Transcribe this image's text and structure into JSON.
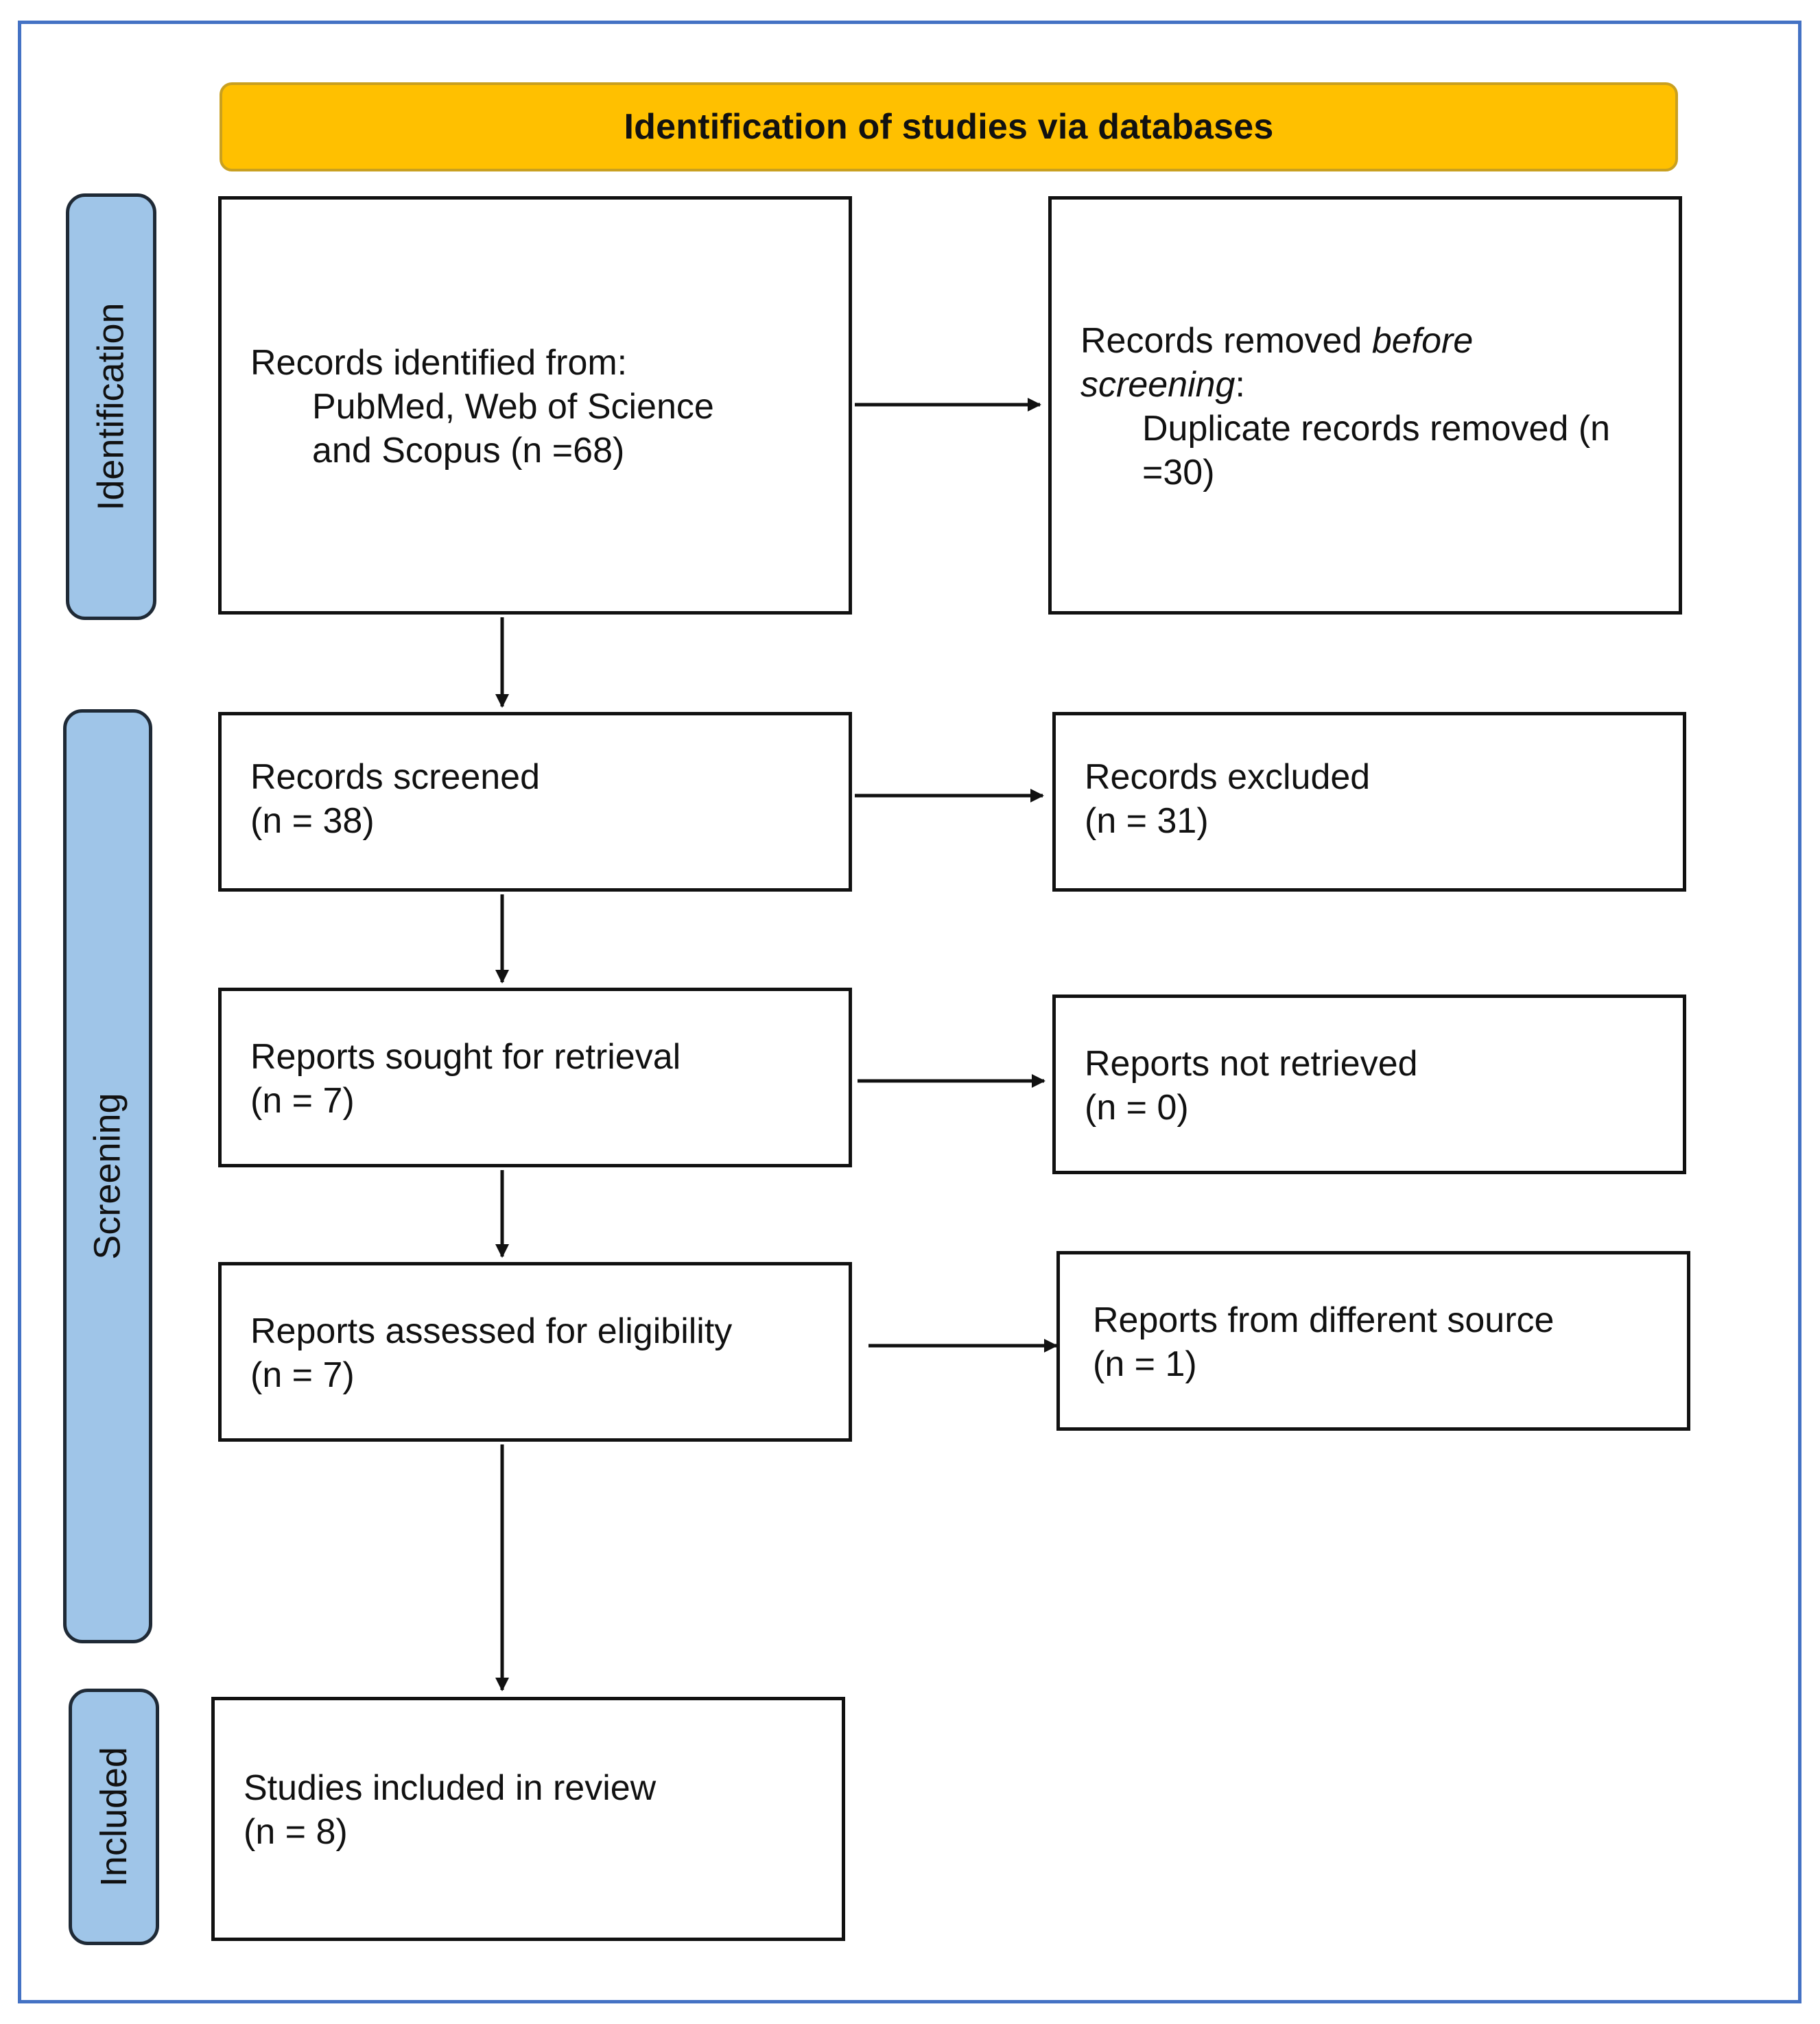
{
  "header": {
    "title": "Identification of studies via databases"
  },
  "phases": {
    "identification": "Identification",
    "screening": "Screening",
    "included": "Included"
  },
  "boxes": {
    "records_identified": {
      "line1": "Records identified from:",
      "line2": "PubMed, Web of Science",
      "line3": "and Scopus (n =68)"
    },
    "records_removed": {
      "line1a": "Records removed ",
      "line1b": "before",
      "line2a": "screening",
      "line2b": ":",
      "line3": "Duplicate records removed (n",
      "line4": "=30)"
    },
    "records_screened": {
      "line1": "Records screened",
      "line2": "(n = 38)"
    },
    "records_excluded": {
      "line1": "Records excluded",
      "line2": "(n = 31)"
    },
    "reports_sought": {
      "line1": "Reports sought for retrieval",
      "line2": "(n = 7)"
    },
    "reports_not_retrieved": {
      "line1": "Reports not retrieved",
      "line2": "(n = 0)"
    },
    "reports_assessed": {
      "line1": "Reports assessed for eligibility",
      "line2": "(n = 7)"
    },
    "reports_different_source": {
      "line1": "Reports from different source",
      "line2": "(n = 1)"
    },
    "studies_included": {
      "line1": "Studies included in review",
      "line2": "(n = 8)"
    }
  },
  "colors": {
    "frame": "#4472c4",
    "banner": "#ffc000",
    "phase": "#9fc5e8",
    "line": "#111111"
  }
}
